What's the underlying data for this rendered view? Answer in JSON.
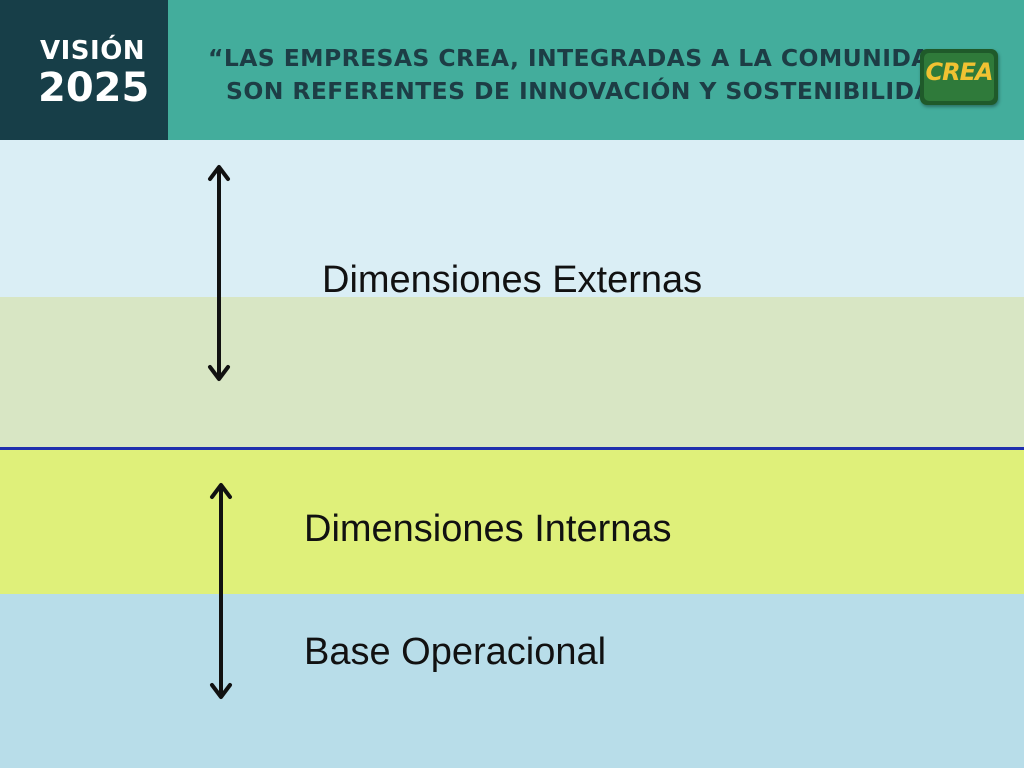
{
  "header": {
    "vision_word": "VISIÓN",
    "vision_year": "2025",
    "slogan_line1": "“LAS EMPRESAS CREA, INTEGRADAS A LA COMUNIDAD,",
    "slogan_line2": "SON REFERENTES DE INNOVACIÓN Y SOSTENIBILIDAD”",
    "logo_text": "CREA"
  },
  "diagram": {
    "external_label": "Dimensiones Externas",
    "internal_label": "Dimensiones Internas",
    "base_label": "Base Operacional"
  },
  "colors": {
    "header_bg": "#43ad9c",
    "vision_box_bg": "#173e48",
    "band_external_top": "#daeef5",
    "band_external_bottom": "#d8e6c4",
    "divider": "#1f2fae",
    "band_internal": "#dff07a",
    "band_base": "#b8dde9",
    "logo_bg": "#2f7a3a",
    "logo_text": "#f1c232"
  },
  "icons": {
    "upper_arrow": "double-arrow-vertical-icon",
    "lower_arrow": "double-arrow-vertical-icon"
  }
}
